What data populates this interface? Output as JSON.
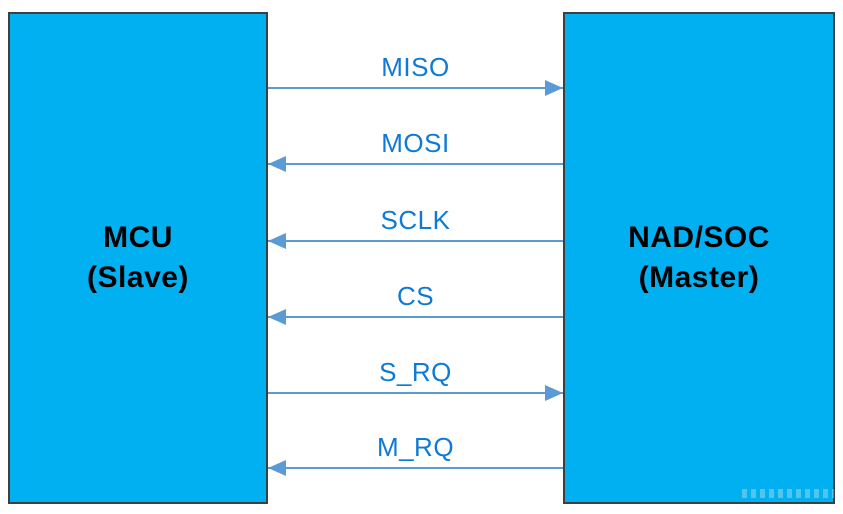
{
  "diagram": {
    "left_box": {
      "title": "MCU",
      "subtitle": "(Slave)"
    },
    "right_box": {
      "title": "NAD/SOC",
      "subtitle": "(Master)"
    },
    "signals": [
      {
        "label": "MISO",
        "direction": "right"
      },
      {
        "label": "MOSI",
        "direction": "left"
      },
      {
        "label": "SCLK",
        "direction": "left"
      },
      {
        "label": "CS",
        "direction": "left"
      },
      {
        "label": "S_RQ",
        "direction": "right"
      },
      {
        "label": "M_RQ",
        "direction": "left"
      }
    ],
    "colors": {
      "box_fill": "#00B0F0",
      "box_border": "#3f3f3f",
      "arrow": "#5B9BD5",
      "label": "#0F7AD5"
    }
  }
}
